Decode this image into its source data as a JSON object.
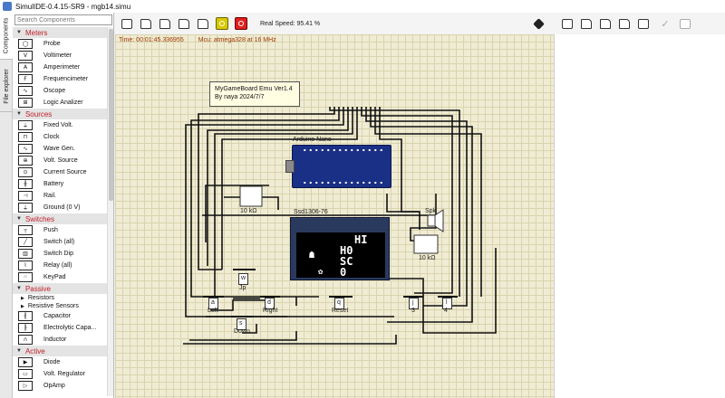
{
  "window": {
    "title": "SimulIDE-0.4.15-SR9  -  mgb14.simu"
  },
  "side_tabs": {
    "components": "Components",
    "file_explorer": "File explorer"
  },
  "search": {
    "placeholder": "Search Components"
  },
  "categories": {
    "meters": "Meters",
    "sources": "Sources",
    "switches": "Switches",
    "passive": "Passive",
    "active": "Active"
  },
  "meters": [
    {
      "label": "Probe",
      "icon": "probe-icon",
      "glyph": "◯"
    },
    {
      "label": "Voltimeter",
      "icon": "voltmeter-icon",
      "glyph": "V"
    },
    {
      "label": "Amperimeter",
      "icon": "ammeter-icon",
      "glyph": "A"
    },
    {
      "label": "Frequencimeter",
      "icon": "frequency-meter-icon",
      "glyph": "F"
    },
    {
      "label": "Oscope",
      "icon": "oscope-icon",
      "glyph": "∿"
    },
    {
      "label": "Logic Analizer",
      "icon": "logic-analyzer-icon",
      "glyph": "⊞"
    }
  ],
  "sources": [
    {
      "label": "Fixed Volt.",
      "icon": "fixed-volt-icon",
      "glyph": "⏚"
    },
    {
      "label": "Clock",
      "icon": "clock-icon",
      "glyph": "⊓"
    },
    {
      "label": "Wave Gen.",
      "icon": "wave-gen-icon",
      "glyph": "∿"
    },
    {
      "label": "Volt. Source",
      "icon": "volt-source-icon",
      "glyph": "⊕"
    },
    {
      "label": "Current Source",
      "icon": "current-source-icon",
      "glyph": "⊙"
    },
    {
      "label": "Battery",
      "icon": "battery-icon",
      "glyph": "╫"
    },
    {
      "label": "Rail.",
      "icon": "rail-icon",
      "glyph": "⊣"
    },
    {
      "label": "Ground (0 V)",
      "icon": "ground-icon",
      "glyph": "⏚"
    }
  ],
  "switches": [
    {
      "label": "Push",
      "icon": "push-icon",
      "glyph": "┬"
    },
    {
      "label": "Switch (all)",
      "icon": "switch-icon",
      "glyph": "╱"
    },
    {
      "label": "Switch Dip",
      "icon": "switch-dip-icon",
      "glyph": "▥"
    },
    {
      "label": "Relay (all)",
      "icon": "relay-icon",
      "glyph": "⌇"
    },
    {
      "label": "KeyPad",
      "icon": "keypad-icon",
      "glyph": "⁘"
    }
  ],
  "passive": {
    "groups": [
      "Resistors",
      "Resistive Sensors"
    ],
    "items": [
      {
        "label": "Capacitor",
        "icon": "capacitor-icon",
        "glyph": "╢"
      },
      {
        "label": "Electrolytic Capa...",
        "icon": "electrolytic-capacitor-icon",
        "glyph": "╟"
      },
      {
        "label": "Inductor",
        "icon": "inductor-icon",
        "glyph": "∩"
      }
    ]
  },
  "active": [
    {
      "label": "Diode",
      "icon": "diode-icon",
      "glyph": "▶"
    },
    {
      "label": "Volt. Regulator",
      "icon": "volt-regulator-icon",
      "glyph": "▭"
    },
    {
      "label": "OpAmp",
      "icon": "opamp-icon",
      "glyph": "▷"
    }
  ],
  "toolbar": {
    "real_speed": "Real Speed: 95.41 %"
  },
  "status": {
    "time": "Time: 00:01:45.336955",
    "mcu": "Mcu: atmega328 at 16 MHz"
  },
  "circuit": {
    "note_line1": "MyGameBoard Emu Ver1.4",
    "note_line2": "By naya 2024/7/7",
    "arduino": "Arduino Nano",
    "display": "Ssd1306-76",
    "oled_lines": [
      "HI",
      "H0",
      "SC",
      "0"
    ],
    "speaker": "Spk",
    "res_left": "10 kΩ",
    "res_right": "10 kΩ",
    "jp_key": "w",
    "jp": "Jp",
    "left_key": "a",
    "left": "Left",
    "right_key": "d",
    "right": "Right",
    "reset_key": "q",
    "reset": "Reset",
    "down_key": "s",
    "down": "Down",
    "b3_key": "j",
    "b3": "3",
    "b4_key": "l",
    "b4": "4"
  }
}
